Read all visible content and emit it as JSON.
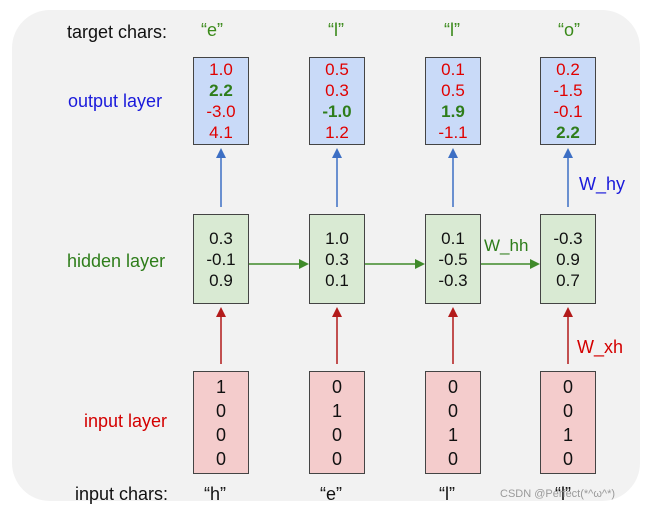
{
  "row_labels": {
    "target": "target chars:",
    "output": "output layer",
    "hidden": "hidden layer",
    "input": "input layer",
    "input_chars": "input chars:"
  },
  "target_chars": [
    "“e”",
    "“l”",
    "“l”",
    "“o”"
  ],
  "input_chars": [
    "“h”",
    "“e”",
    "“l”",
    "“l”"
  ],
  "output_values": [
    [
      "1.0",
      "2.2",
      "-3.0",
      "4.1"
    ],
    [
      "0.5",
      "0.3",
      "-1.0",
      "1.2"
    ],
    [
      "0.1",
      "0.5",
      "1.9",
      "-1.1"
    ],
    [
      "0.2",
      "-1.5",
      "-0.1",
      "2.2"
    ]
  ],
  "output_highlight_index": [
    1,
    2,
    2,
    3
  ],
  "hidden_values": [
    [
      "0.3",
      "-0.1",
      "0.9"
    ],
    [
      "1.0",
      "0.3",
      "0.1"
    ],
    [
      "0.1",
      "-0.5",
      "-0.3"
    ],
    [
      "-0.3",
      "0.9",
      "0.7"
    ]
  ],
  "input_values": [
    [
      "1",
      "0",
      "0",
      "0"
    ],
    [
      "0",
      "1",
      "0",
      "0"
    ],
    [
      "0",
      "0",
      "1",
      "0"
    ],
    [
      "0",
      "0",
      "1",
      "0"
    ]
  ],
  "weights": {
    "hy": "W_hy",
    "hh": "W_hh",
    "xh": "W_xh"
  },
  "watermark": "CSDN @Perfect(*^ω^*)",
  "colors": {
    "target_text": "#3a8a1a",
    "output_label": "#1a1adb",
    "hidden_label": "#2e7d1a",
    "input_label": "#d40000",
    "output_fill": "#c9daf8",
    "hidden_fill": "#d9ead3",
    "input_fill": "#f4cccc",
    "arrow_blue": "#3d6fc4",
    "arrow_green": "#3f8a2a",
    "arrow_red": "#b31b1b"
  }
}
